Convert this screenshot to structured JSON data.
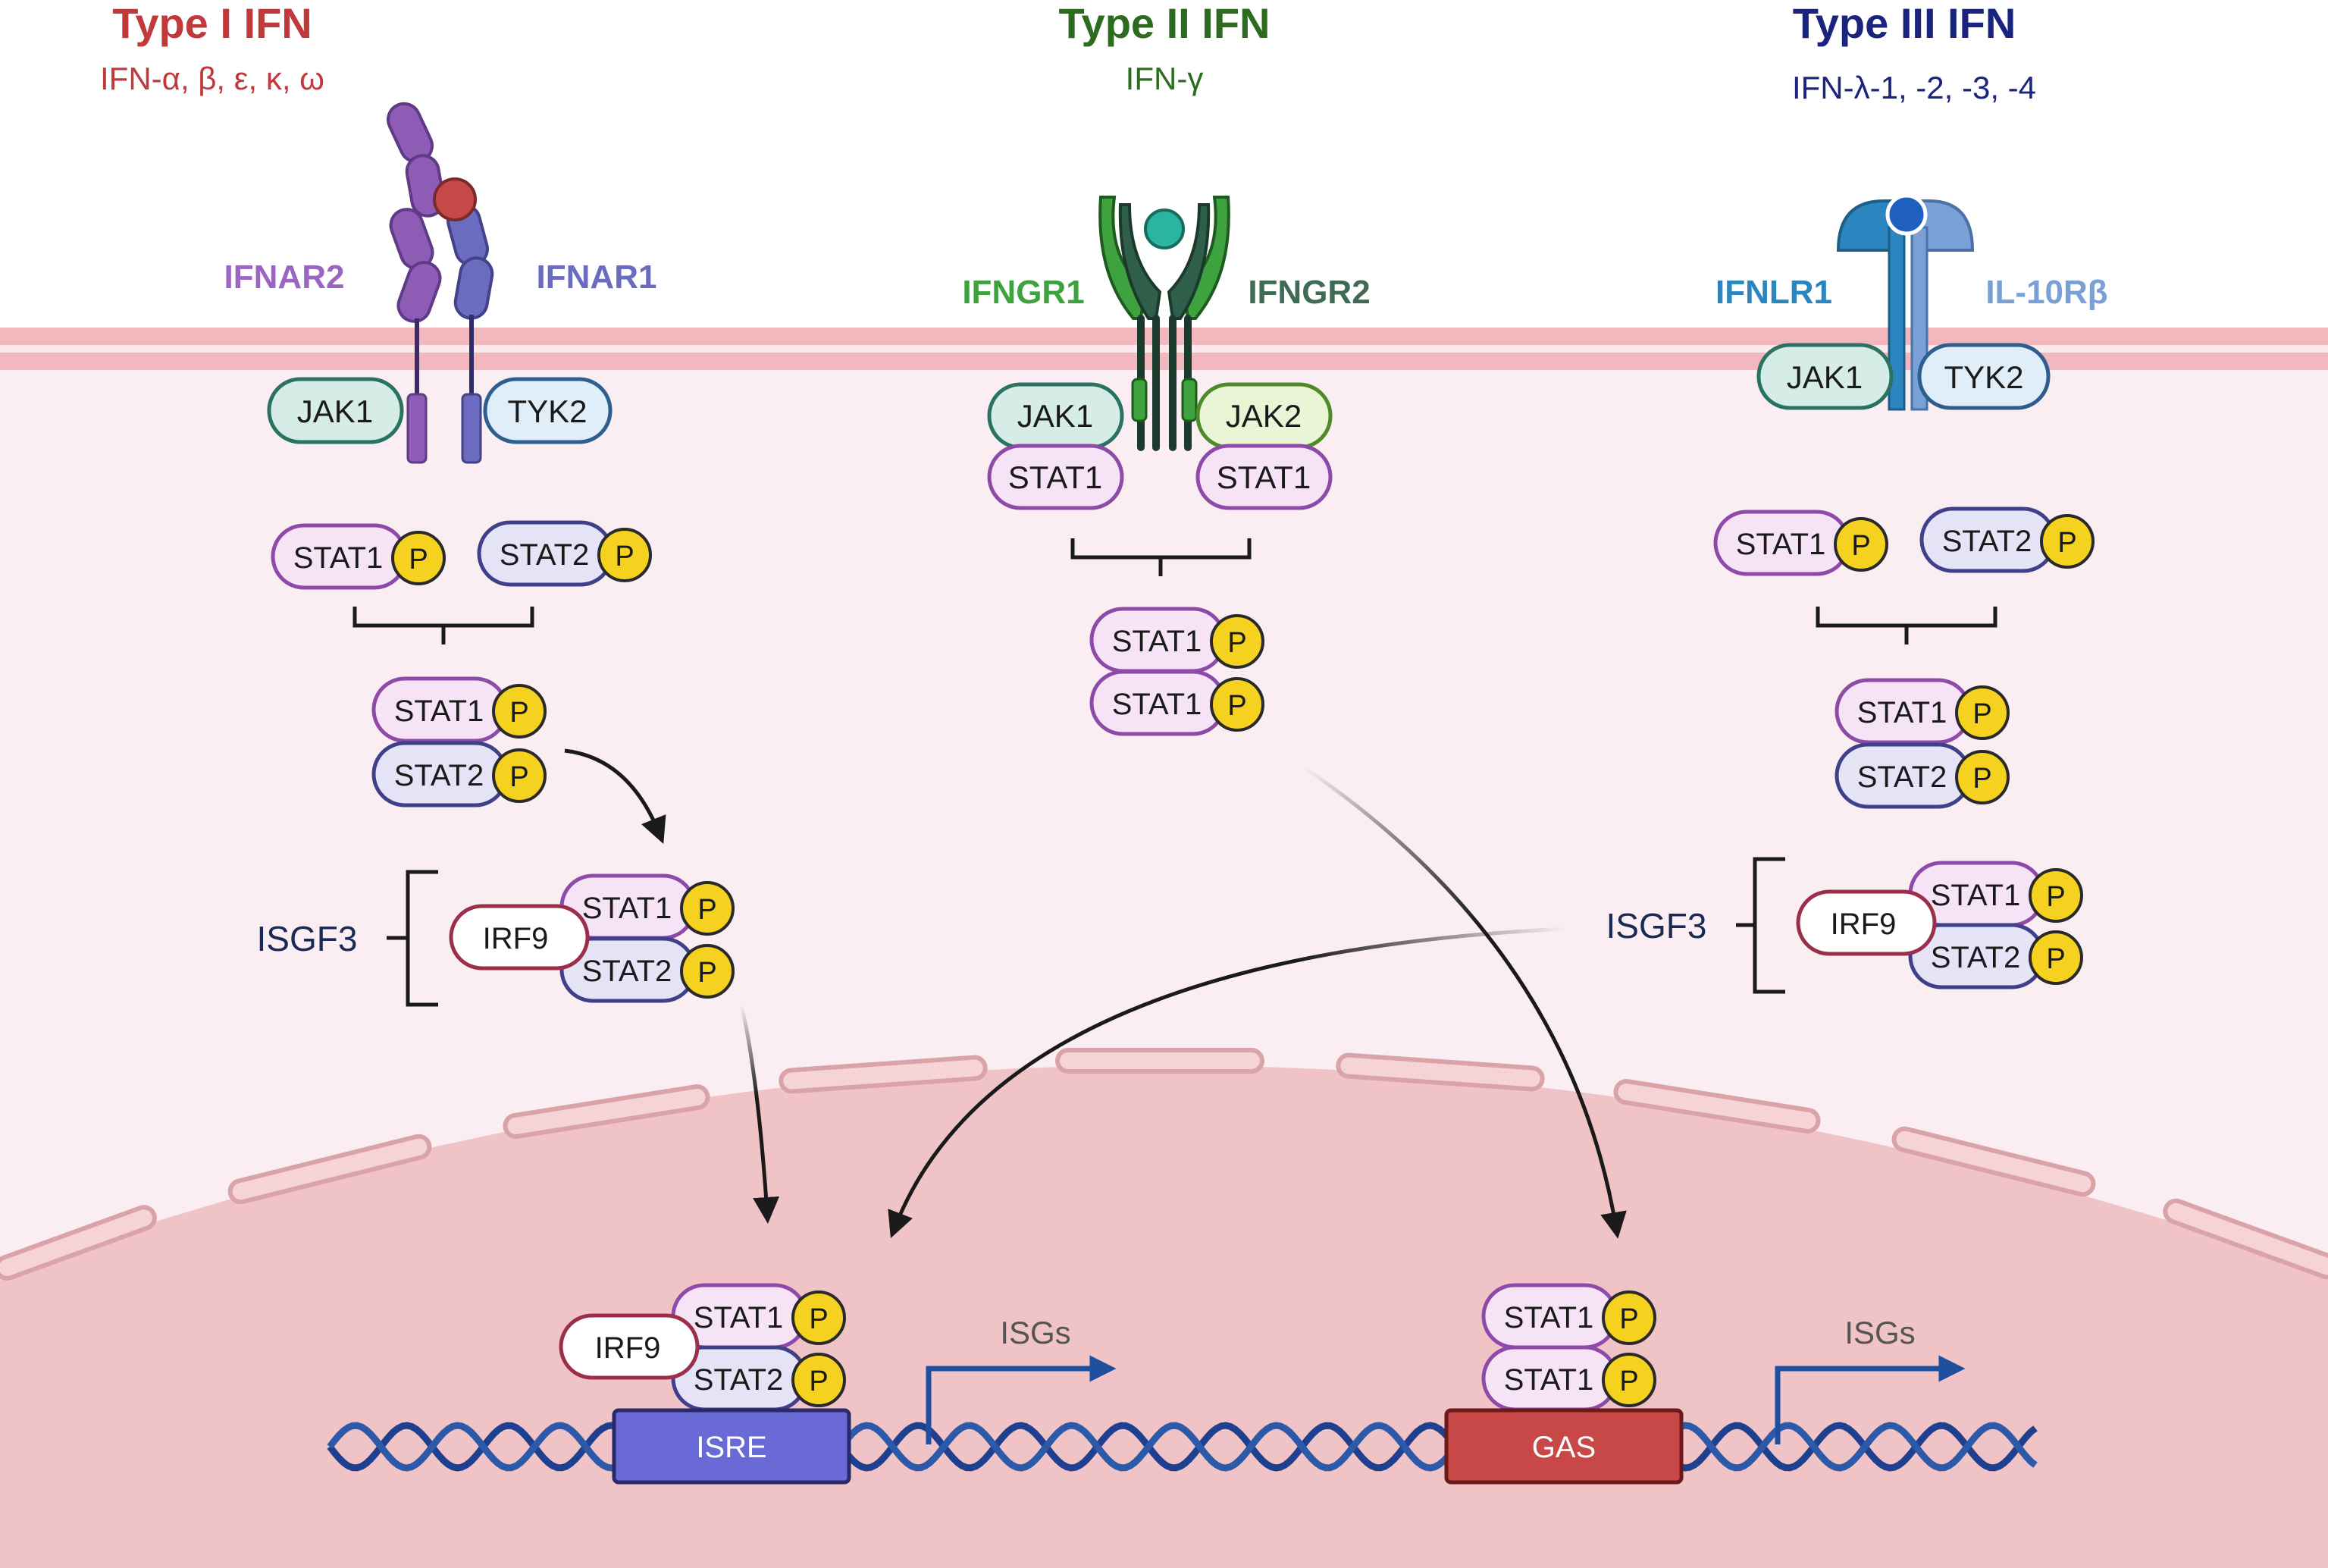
{
  "type1": {
    "title": "Type I IFN",
    "subtitle": "IFN-α, β, ε, κ, ω",
    "receptor_left": "IFNAR2",
    "receptor_right": "IFNAR1",
    "kinase_left": "JAK1",
    "kinase_right": "TYK2",
    "stat_a": "STAT1",
    "stat_b": "STAT2",
    "complex_label": "ISGF3",
    "irf": "IRF9"
  },
  "type2": {
    "title": "Type II IFN",
    "subtitle": "IFN-γ",
    "receptor_left": "IFNGR1",
    "receptor_right": "IFNGR2",
    "kinase_left": "JAK1",
    "kinase_right": "JAK2",
    "stat_a": "STAT1",
    "stat_b": "STAT1"
  },
  "type3": {
    "title": "Type III IFN",
    "subtitle": "IFN-λ-1, -2, -3, -4",
    "receptor_left": "IFNLR1",
    "receptor_right": "IL-10Rβ",
    "kinase_left": "JAK1",
    "kinase_right": "TYK2",
    "stat_a": "STAT1",
    "stat_b": "STAT2",
    "complex_label": "ISGF3",
    "irf": "IRF9"
  },
  "nucleus": {
    "isre_label": "ISRE",
    "gas_label": "GAS",
    "isgs_left": "ISGs",
    "isgs_right": "ISGs",
    "irf": "IRF9",
    "stat1": "STAT1",
    "stat2": "STAT2"
  },
  "phospho_label": "P",
  "colors": {
    "type1_title": "#c0393b",
    "type2_title": "#2d6b1e",
    "type3_title": "#1a237e",
    "membrane": "#f2b8bd",
    "cytoplasm": "#fbeef3",
    "nucleus": "#f0c4c6",
    "phospho": "#f5d21f",
    "isre": "#6a6ad6",
    "gas": "#c84848",
    "dna": "#1f3f8f"
  }
}
